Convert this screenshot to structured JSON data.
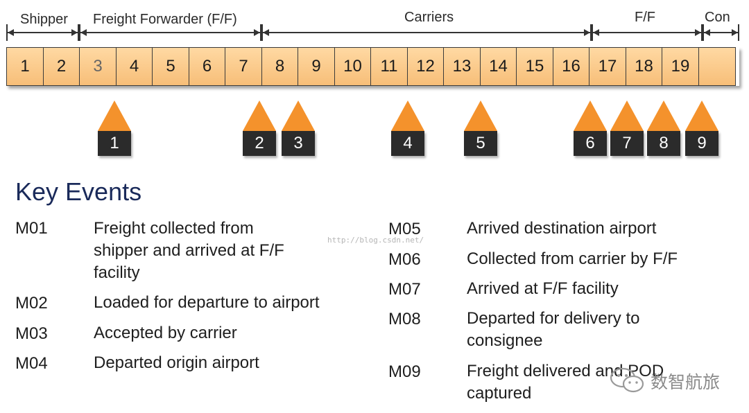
{
  "segments": [
    {
      "name": "shipper",
      "label": "Shipper"
    },
    {
      "name": "freight-forwarder",
      "label": "Freight Forwarder (F/F)"
    },
    {
      "name": "carriers",
      "label": "Carriers"
    },
    {
      "name": "ff",
      "label": "F/F"
    },
    {
      "name": "consignee",
      "label": "Con"
    }
  ],
  "cells": [
    "1",
    "2",
    "3",
    "4",
    "5",
    "6",
    "7",
    "8",
    "9",
    "10",
    "11",
    "12",
    "13",
    "14",
    "15",
    "16",
    "17",
    "18",
    "19",
    ""
  ],
  "markers": [
    "1",
    "2",
    "3",
    "4",
    "5",
    "6",
    "7",
    "8",
    "9"
  ],
  "key_events": {
    "title": "Key Events",
    "left": [
      {
        "code": "M01",
        "lines": [
          "Freight collected from",
          "shipper and arrived at F/F",
          "facility"
        ]
      },
      {
        "code": "M02",
        "lines": [
          "Loaded for departure to airport"
        ]
      },
      {
        "code": "M03",
        "lines": [
          "Accepted by carrier"
        ]
      },
      {
        "code": "M04",
        "lines": [
          "Departed origin airport"
        ]
      }
    ],
    "right": [
      {
        "code": "M05",
        "lines": [
          "Arrived destination  airport"
        ]
      },
      {
        "code": "M06",
        "lines": [
          "Collected from carrier by F/F"
        ]
      },
      {
        "code": "M07",
        "lines": [
          "Arrived at F/F facility"
        ]
      },
      {
        "code": "M08",
        "lines": [
          "Departed for delivery to",
          "consignee"
        ]
      },
      {
        "code": "M09",
        "lines": [
          "Freight delivered and POD",
          "captured"
        ]
      }
    ]
  },
  "watermark": {
    "url": "http://blog.csdn.net/",
    "brand": "数智航旅",
    "logo_icon": "wechat-icon"
  },
  "colors": {
    "cell_fill": "#f7be78",
    "marker_orange": "#f4922c",
    "marker_box": "#2b2b2b",
    "title": "#1a2a5a"
  }
}
